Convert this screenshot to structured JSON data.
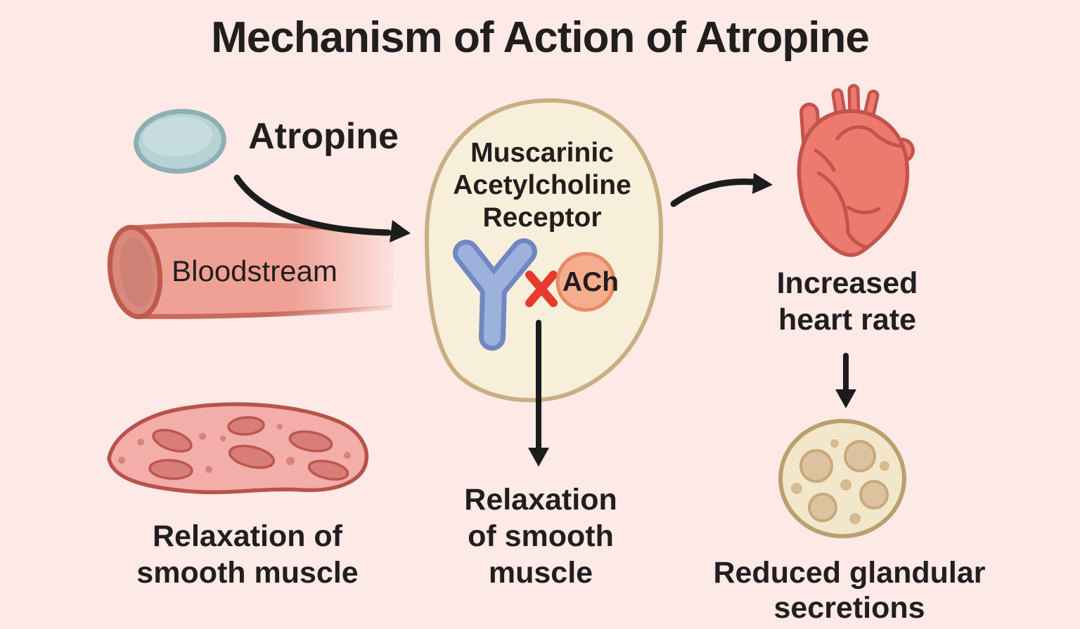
{
  "title": "Mechanism of Action of Atropine",
  "drug": {
    "label": "Atropine"
  },
  "bloodstream": {
    "label": "Bloodstream"
  },
  "receptor_cell": {
    "name_line1": "Muscarinic",
    "name_line2": "Acetylcholine",
    "name_line3": "Receptor",
    "ligand_label": "ACh",
    "blocked_symbol": "✕"
  },
  "effects": {
    "heart": {
      "line1": "Increased",
      "line2": "heart rate"
    },
    "smooth_muscle_center": {
      "line1": "Relaxation",
      "line2": "of smooth",
      "line3": "muscle"
    },
    "smooth_muscle_left": {
      "line1": "Relaxation of",
      "line2": "smooth muscle"
    },
    "glands": {
      "line1": "Reduced glandular",
      "line2": "secretions"
    }
  },
  "icons": {
    "pill": "pill-icon",
    "blood_vessel": "blood-vessel-icon",
    "cell": "cell-membrane",
    "receptor": "receptor-y-icon",
    "ach": "ach-molecule-icon",
    "block": "block-x-icon",
    "heart": "heart-icon",
    "smooth_muscle": "smooth-muscle-icon",
    "gland": "gland-icon",
    "arrows": [
      "arrow-pill-to-cell",
      "arrow-cell-to-heart",
      "arrow-cell-to-muscle",
      "arrow-heart-to-gland"
    ]
  },
  "colors": {
    "background": "#fdeae7",
    "text": "#221d1e",
    "arrow": "#1c1c1c",
    "cell_fill": "#f8efda",
    "cell_border": "#c9ad83",
    "pill_fill": "#b7d2d5",
    "pill_border": "#8eb0b5",
    "vessel_fill": "#efa195",
    "vessel_border": "#bf5a4e",
    "receptor_fill": "#9db1dd",
    "receptor_border": "#7087c2",
    "ach_fill": "#f5ad8e",
    "ach_border": "#e58a65",
    "block_x": "#e63a2e",
    "heart_fill": "#ed7a6f",
    "heart_outline": "#c3544b",
    "muscle_fill": "#f3aea9",
    "muscle_outline": "#b8524b",
    "muscle_nucleus": "#d87d77",
    "gland_fill": "#f3e7cb",
    "gland_outline": "#bc9f70",
    "gland_acini": "#dcc29e"
  }
}
